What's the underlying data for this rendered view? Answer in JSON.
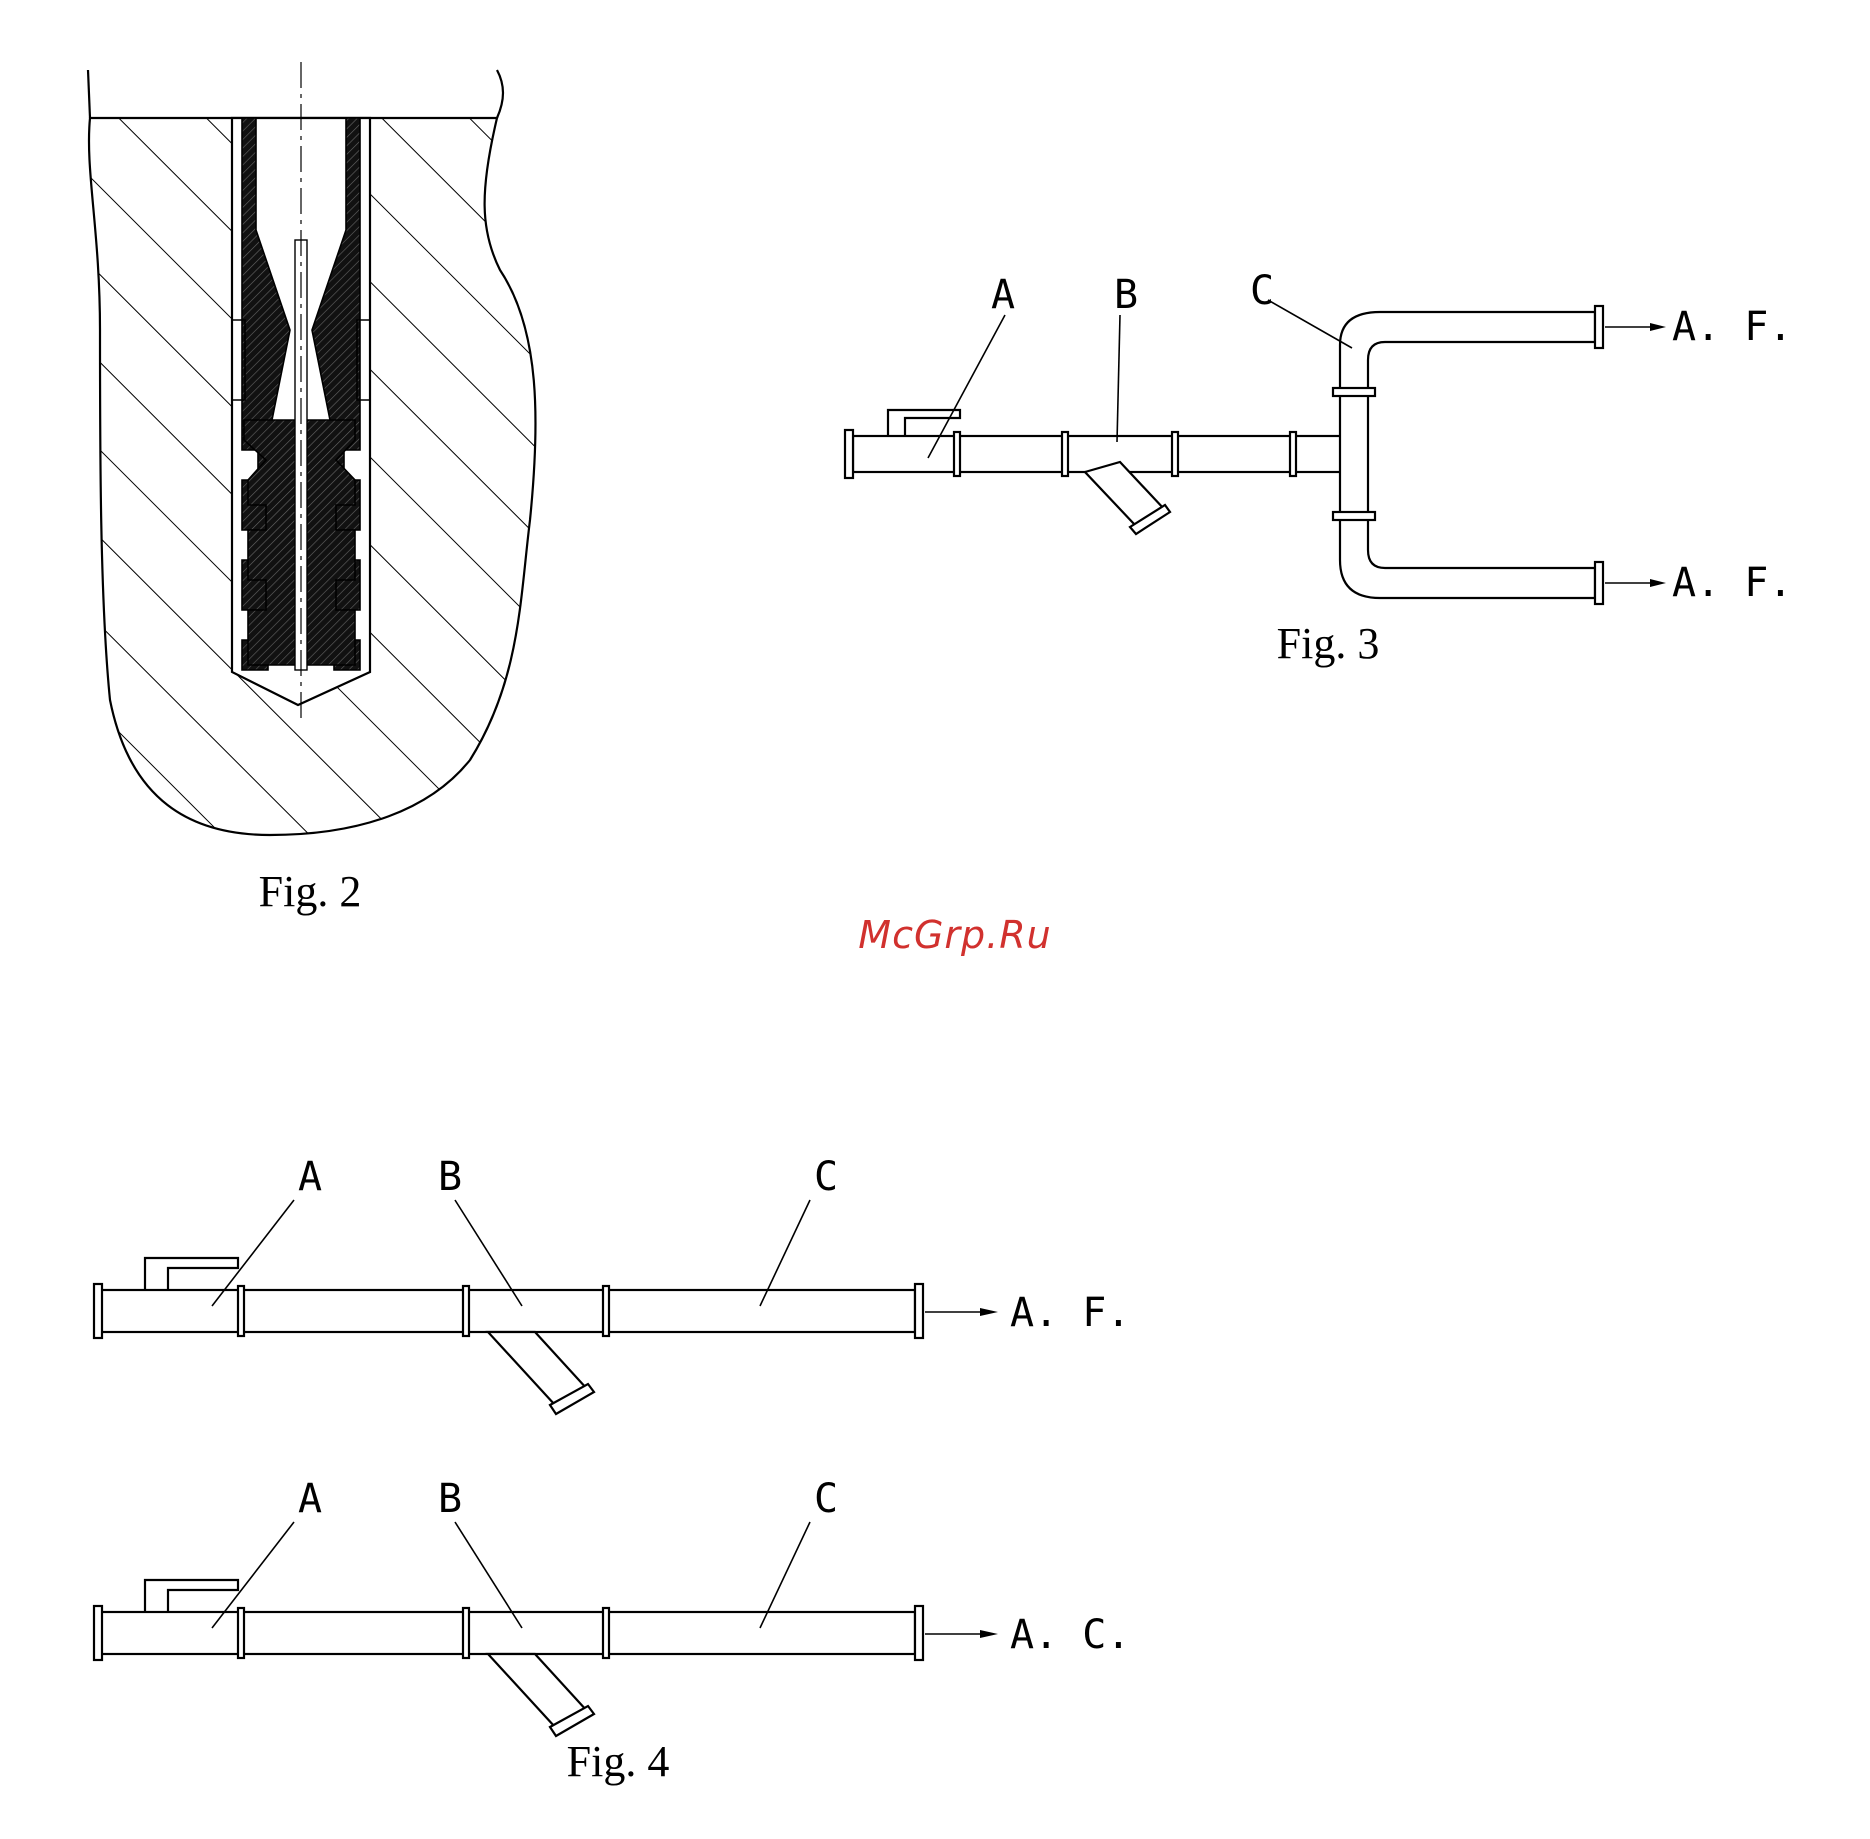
{
  "figures": {
    "fig2": {
      "caption": "Fig. 2"
    },
    "fig3": {
      "caption": "Fig. 3",
      "labels": {
        "a": "A",
        "b": "B",
        "c": "C"
      },
      "outlets": [
        "A. F.",
        "A. F."
      ]
    },
    "fig4": {
      "caption": "Fig. 4",
      "top": {
        "labels": {
          "a": "A",
          "b": "B",
          "c": "C"
        },
        "outlet": "A. F."
      },
      "bottom": {
        "labels": {
          "a": "A",
          "b": "B",
          "c": "C"
        },
        "outlet": "A. C."
      }
    }
  },
  "watermark": "McGrp.Ru"
}
